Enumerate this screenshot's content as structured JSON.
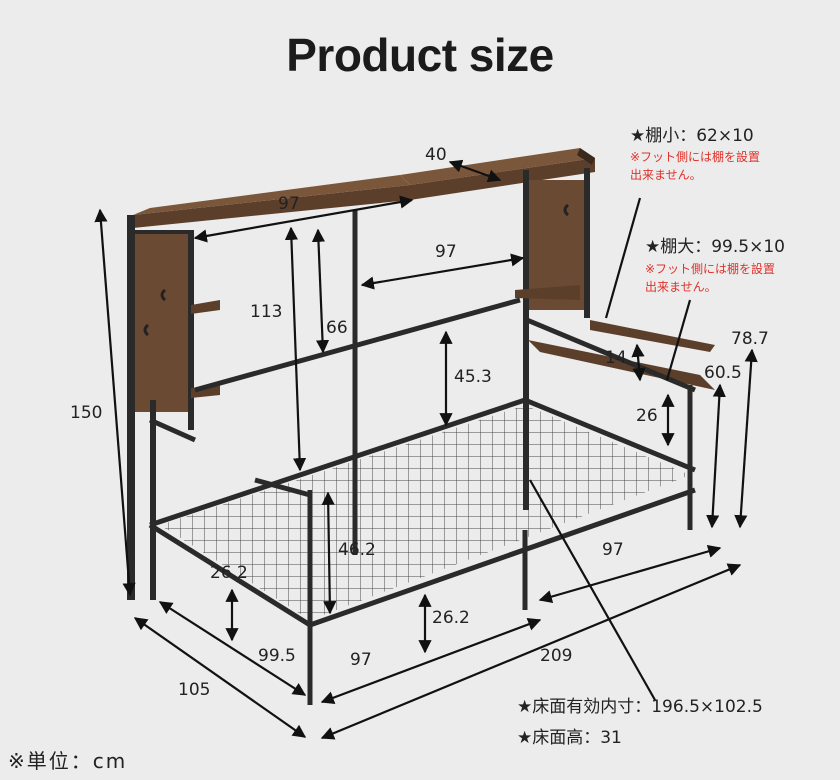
{
  "title": "Product size",
  "dimensions": {
    "shelf_depth": "40",
    "shelf_width": "97",
    "inner_width": "97",
    "frame_height": "113",
    "headboard_gap": "66",
    "rail_height": "45.3",
    "total_height": "150",
    "small_shelf_gap": "14",
    "large_shelf_gap": "26",
    "right_height_top": "78.7",
    "right_height_mid": "60.5",
    "guard_height": "46.2",
    "leg_height_left": "26.2",
    "leg_height_center": "26.2",
    "guard_length": "99.5",
    "bed_width": "105",
    "front_length": "97",
    "side_length": "97",
    "total_length": "209"
  },
  "shelves": {
    "small_label": "★棚小：62×10",
    "small_note": [
      "※フット側には棚を設置",
      "出来ません。"
    ],
    "large_label": "★棚大：99.5×10",
    "large_note": [
      "※フット側には棚を設置",
      "出来ません。"
    ]
  },
  "specs": {
    "floor_area": "★床面有効内寸：196.5×102.5",
    "floor_height": "★床面高：31"
  },
  "unit_note": "※単位：cm",
  "colors": {
    "background": "#ececec",
    "frame": "#2a2a2a",
    "wood": "#6b4a33",
    "note": "#e0312a"
  }
}
